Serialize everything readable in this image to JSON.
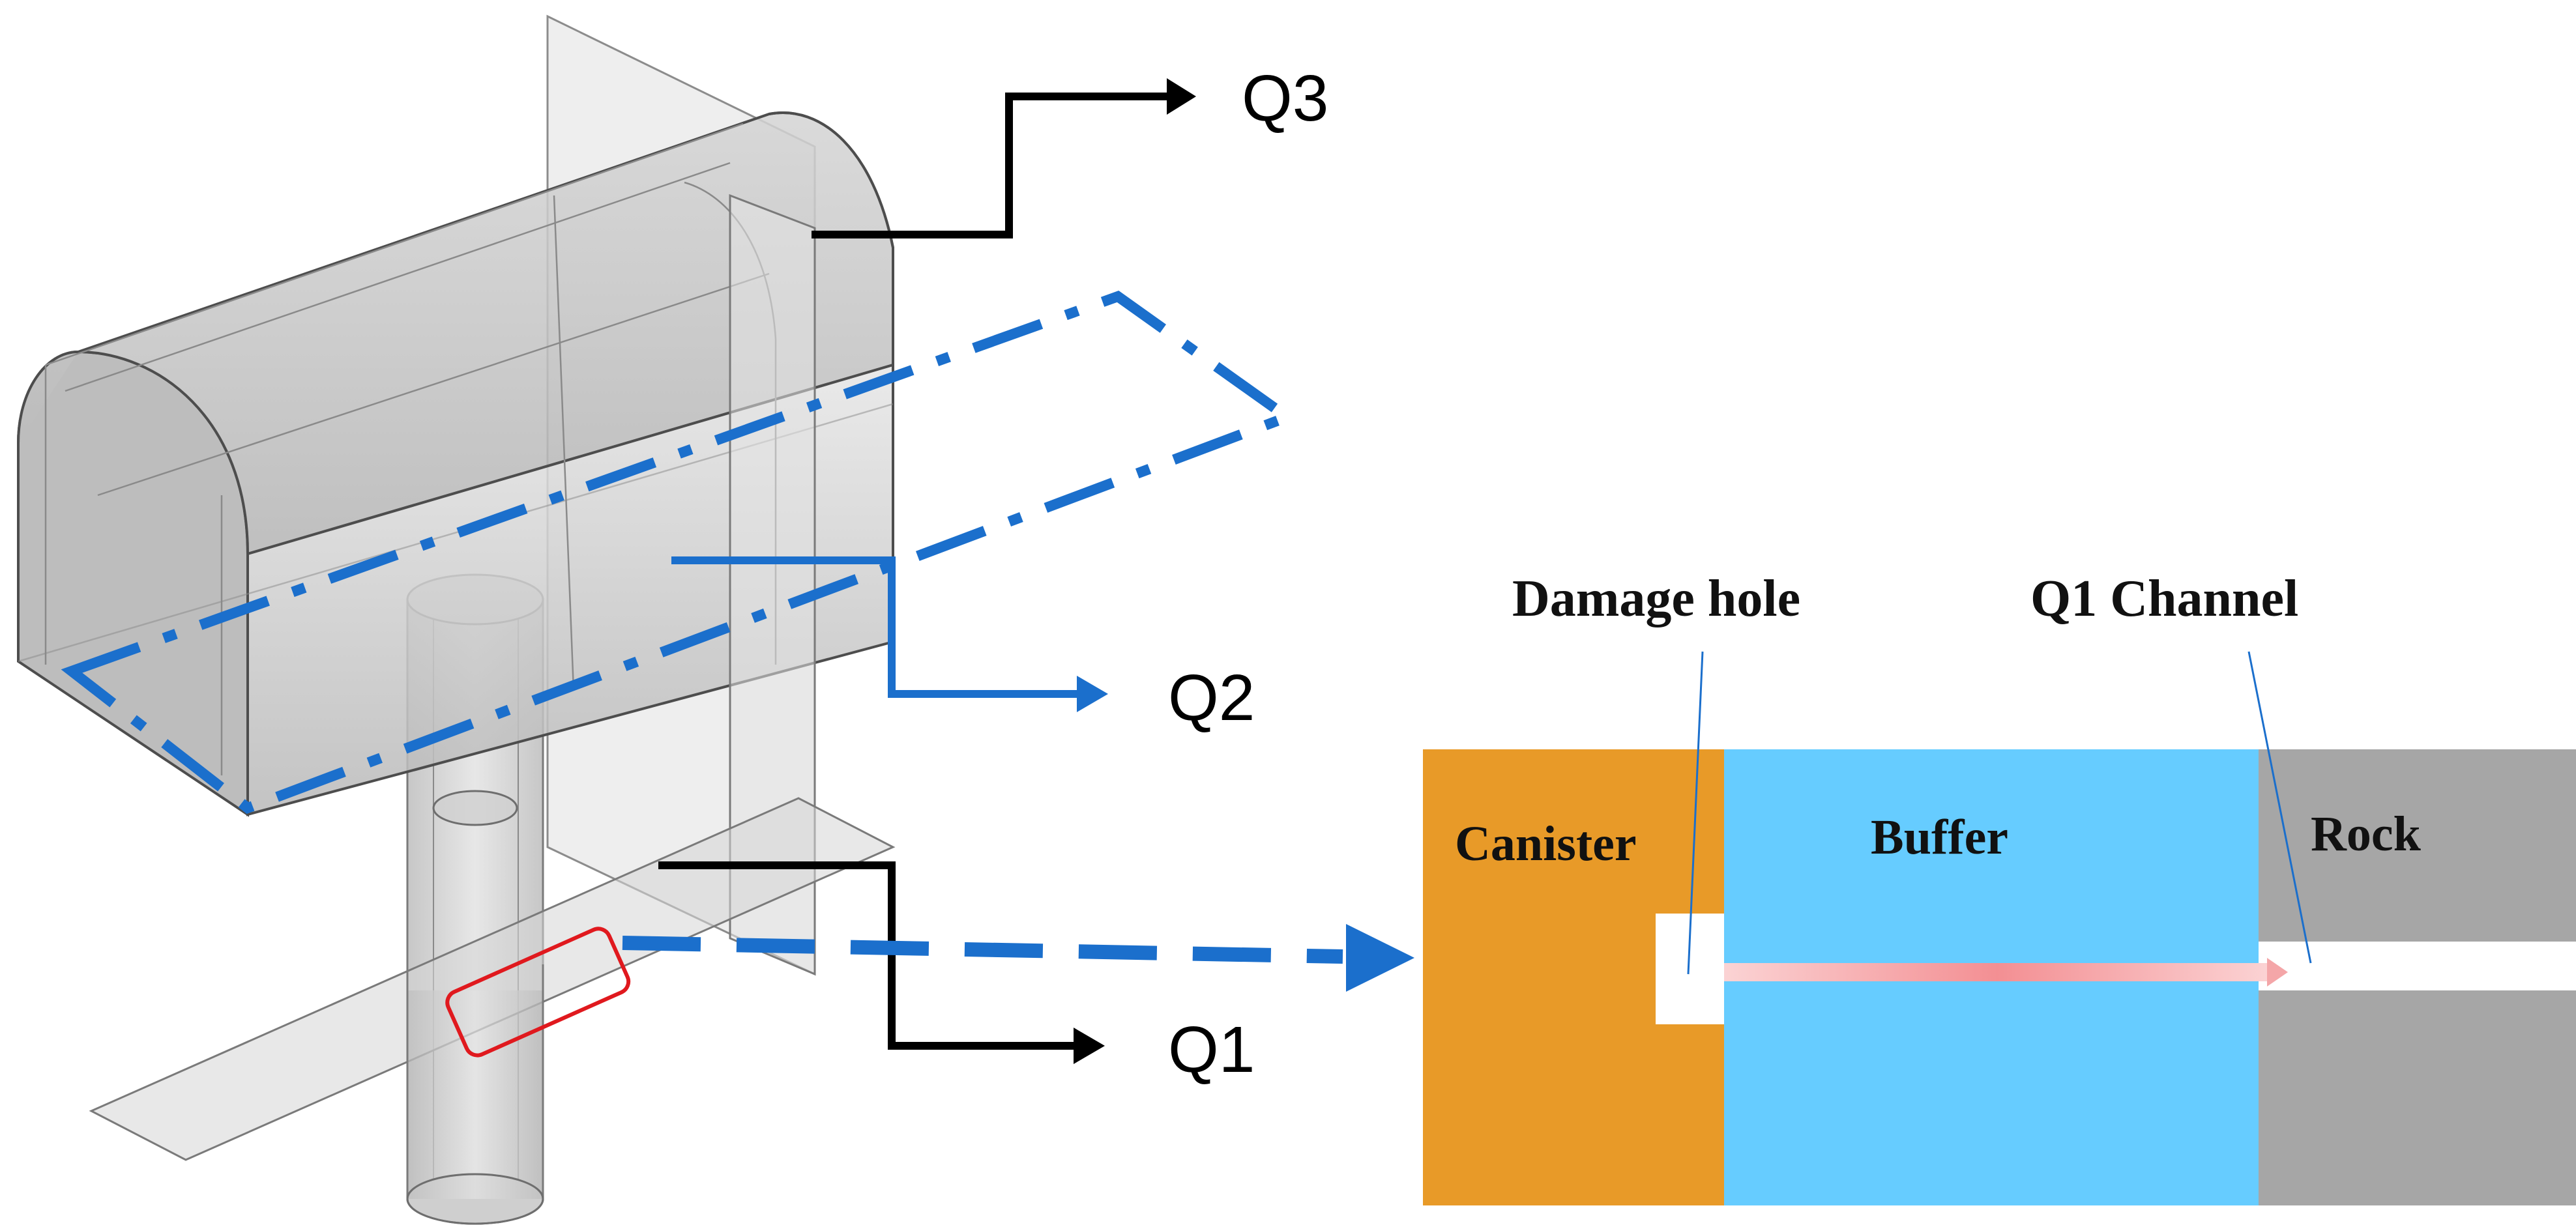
{
  "figure": {
    "section_labels": {
      "q3": "Q3",
      "q2": "Q2",
      "q1": "Q1"
    },
    "detail": {
      "zones": {
        "canister": "Canister",
        "buffer": "Buffer",
        "rock": "Rock"
      },
      "annotations": {
        "damage_hole": "Damage hole",
        "q1_channel": "Q1 Channel"
      }
    },
    "colors": {
      "canister": "#E89A28",
      "buffer": "#66CCFF",
      "rock": "#A6A6A6",
      "section_line_blue": "#1B6FCC",
      "callout_black": "#000000",
      "highlight_red": "#E0191E",
      "flow_arrow_pink": "#F4A6A8",
      "model_gray": "#C4C4C4"
    }
  }
}
